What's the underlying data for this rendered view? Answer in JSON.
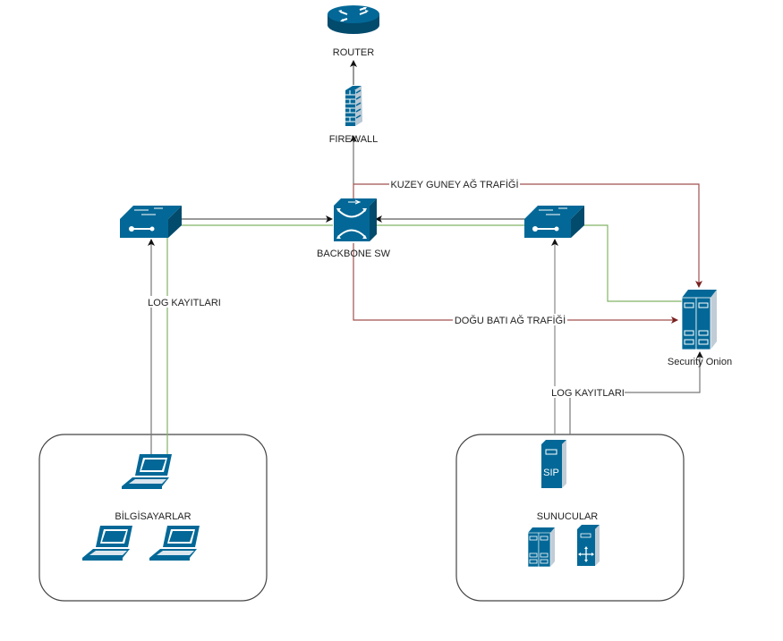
{
  "diagram": {
    "nodes": {
      "router": {
        "label": "ROUTER",
        "icon": "router-icon"
      },
      "firewall": {
        "label": "FIREWALL",
        "icon": "firewall-icon"
      },
      "backbone": {
        "label": "BACKBONE SW",
        "icon": "core-switch-icon"
      },
      "switch_left": {
        "label": "",
        "icon": "workgroup-switch-icon"
      },
      "switch_right": {
        "label": "",
        "icon": "workgroup-switch-icon"
      },
      "security_onion": {
        "label": "Security Onion",
        "icon": "server-rack-icon"
      },
      "computers_group": {
        "label": "BİLGİSAYARLAR",
        "icon": "laptop-icon"
      },
      "servers_group": {
        "label": "SUNUCULAR",
        "icon": "server-icon"
      }
    },
    "edges": {
      "north_south": {
        "label": "KUZEY GUNEY AĞ TRAFİĞİ"
      },
      "east_west": {
        "label": "DOĞU BATI AĞ TRAFİĞİ"
      },
      "log_left": {
        "label": "LOG KAYITLARI"
      },
      "log_right": {
        "label": "LOG KAYITLARI"
      }
    },
    "colors": {
      "device": "#036897",
      "device_dark": "#024b6d",
      "black_line": "#333333",
      "gray_line": "#8c8c8c",
      "green_line": "#82b366",
      "red_line": "#a0524f"
    }
  }
}
